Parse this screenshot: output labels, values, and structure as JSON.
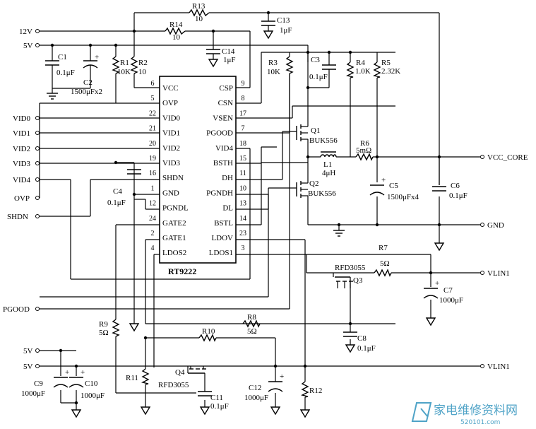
{
  "chip": {
    "name": "RT9222",
    "left_pins": [
      {
        "num": "6",
        "name": "VCC"
      },
      {
        "num": "5",
        "name": "OVP"
      },
      {
        "num": "22",
        "name": "VID0"
      },
      {
        "num": "21",
        "name": "VID1"
      },
      {
        "num": "20",
        "name": "VID2"
      },
      {
        "num": "19",
        "name": "VID3"
      },
      {
        "num": "16",
        "name": "SHDN"
      },
      {
        "num": "1",
        "name": "GND"
      },
      {
        "num": "12",
        "name": "PGNDL"
      },
      {
        "num": "24",
        "name": "GATE2"
      },
      {
        "num": "2",
        "name": "GATE1"
      },
      {
        "num": "4",
        "name": "LDOS2"
      }
    ],
    "right_pins": [
      {
        "num": "9",
        "name": "CSP"
      },
      {
        "num": "8",
        "name": "CSN"
      },
      {
        "num": "17",
        "name": "VSEN"
      },
      {
        "num": "7",
        "name": "PGOOD"
      },
      {
        "num": "18",
        "name": "VID4"
      },
      {
        "num": "15",
        "name": "BSTH"
      },
      {
        "num": "11",
        "name": "DH"
      },
      {
        "num": "10",
        "name": "PGNDH"
      },
      {
        "num": "13",
        "name": "DL"
      },
      {
        "num": "14",
        "name": "BSTL"
      },
      {
        "num": "23",
        "name": "LDOV"
      },
      {
        "num": "3",
        "name": "LDOS1"
      }
    ]
  },
  "nets": {
    "v12": "12V",
    "v5": "5V",
    "vid0": "VID0",
    "vid1": "VID1",
    "vid2": "VID2",
    "vid3": "VID3",
    "vid4": "VID4",
    "ovp": "OVP",
    "shdn": "SHDN",
    "pgood": "PGOOD",
    "v5_b": "5V",
    "v5_c": "5V",
    "vcc_core": "VCC_CORE",
    "gnd": "GND",
    "vlin1_a": "VLIN1",
    "vlin1_b": "VLIN1"
  },
  "parts": {
    "r13": {
      "ref": "R13",
      "value": "10"
    },
    "c13": {
      "ref": "C13",
      "value": "1μF"
    },
    "r14": {
      "ref": "R14",
      "value": "10"
    },
    "c14": {
      "ref": "C14",
      "value": "1μF"
    },
    "c1": {
      "ref": "C1",
      "value": "0.1μF"
    },
    "c2": {
      "ref": "C2",
      "value": "1500μFx2"
    },
    "r1": {
      "ref": "R1",
      "value": "10K"
    },
    "r2": {
      "ref": "R2",
      "value": "10"
    },
    "r3": {
      "ref": "R3",
      "value": "10K"
    },
    "c3": {
      "ref": "C3",
      "value": "0.1μF"
    },
    "r4": {
      "ref": "R4",
      "value": "1.0K"
    },
    "r5": {
      "ref": "R5",
      "value": "2.32K"
    },
    "q1": {
      "ref": "Q1",
      "value": "BUK556"
    },
    "r6": {
      "ref": "R6",
      "value": "5mΩ"
    },
    "l1": {
      "ref": "L1",
      "value": "4μH"
    },
    "q2": {
      "ref": "Q2",
      "value": "BUK556"
    },
    "c5": {
      "ref": "C5",
      "value": "1500μFx4"
    },
    "c6": {
      "ref": "C6",
      "value": "0.1μF"
    },
    "c4": {
      "ref": "C4",
      "value": "0.1μF"
    },
    "r7": {
      "ref": "R7",
      "value": "5Ω"
    },
    "q3": {
      "ref": "Q3",
      "value": "RFD3055"
    },
    "c7": {
      "ref": "C7",
      "value": "1000μF"
    },
    "r9": {
      "ref": "R9",
      "value": "5Ω"
    },
    "r8": {
      "ref": "R8",
      "value": "5Ω"
    },
    "c8": {
      "ref": "C8",
      "value": "0.1μF"
    },
    "r10": {
      "ref": "R10"
    },
    "r11": {
      "ref": "R11"
    },
    "q4": {
      "ref": "Q4",
      "value": "RFD3055"
    },
    "c11": {
      "ref": "C11",
      "value": "0.1μF"
    },
    "c12": {
      "ref": "C12",
      "value": "1000μF"
    },
    "r12": {
      "ref": "R12"
    },
    "c9": {
      "ref": "C9",
      "value": "1000μF"
    },
    "c10": {
      "ref": "C10",
      "value": "1000μF"
    }
  },
  "watermark": {
    "text": "家电维修资料网",
    "url": "520101.com"
  }
}
